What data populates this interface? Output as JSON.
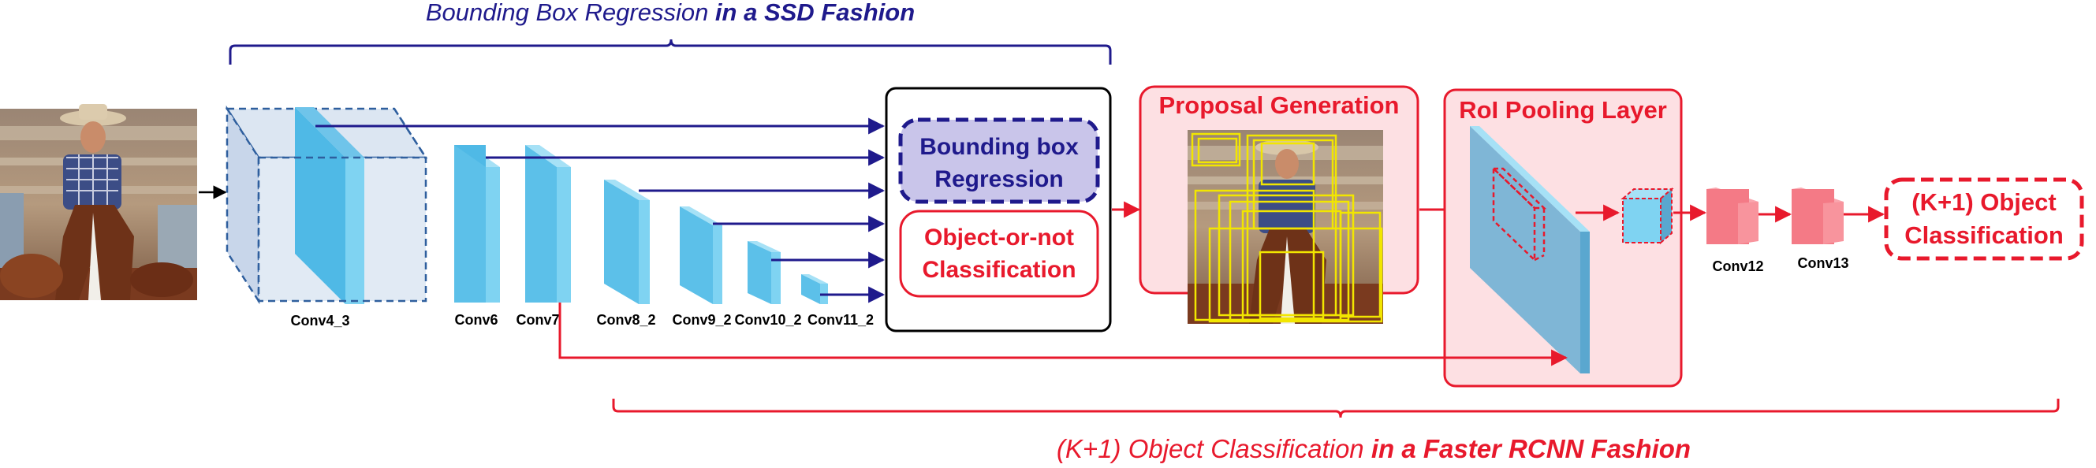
{
  "titles": {
    "top_plain": "Bounding Box Regression",
    "top_bold": " in a SSD Fashion",
    "bottom_plain": "(K+1) Object Classification",
    "bottom_bold": " in a Faster RCNN Fashion"
  },
  "layers": {
    "conv4_3": "Conv4_3",
    "conv6": "Conv6",
    "conv7": "Conv7",
    "conv8_2": "Conv8_2",
    "conv9_2": "Conv9_2",
    "conv10_2": "Conv10_2",
    "conv11_2": "Conv11_2",
    "conv12": "Conv12",
    "conv13": "Conv13"
  },
  "heads": {
    "bbox_line1": "Bounding box",
    "bbox_line2": "Regression",
    "objness_line1": "Object-or-not",
    "objness_line2": "Classification"
  },
  "stages": {
    "proposal": "Proposal Generation",
    "roi": "RoI Pooling Layer",
    "final_line1": "(K+1) Object",
    "final_line2": "Classification"
  },
  "colors": {
    "blue_text": "#1f1a8c",
    "red": "#e8192c",
    "cube_face": "#7fd3f2",
    "cube_side": "#4fb9e6",
    "pink_fill": "#fde0e3",
    "red_cube": "#f47a86"
  }
}
